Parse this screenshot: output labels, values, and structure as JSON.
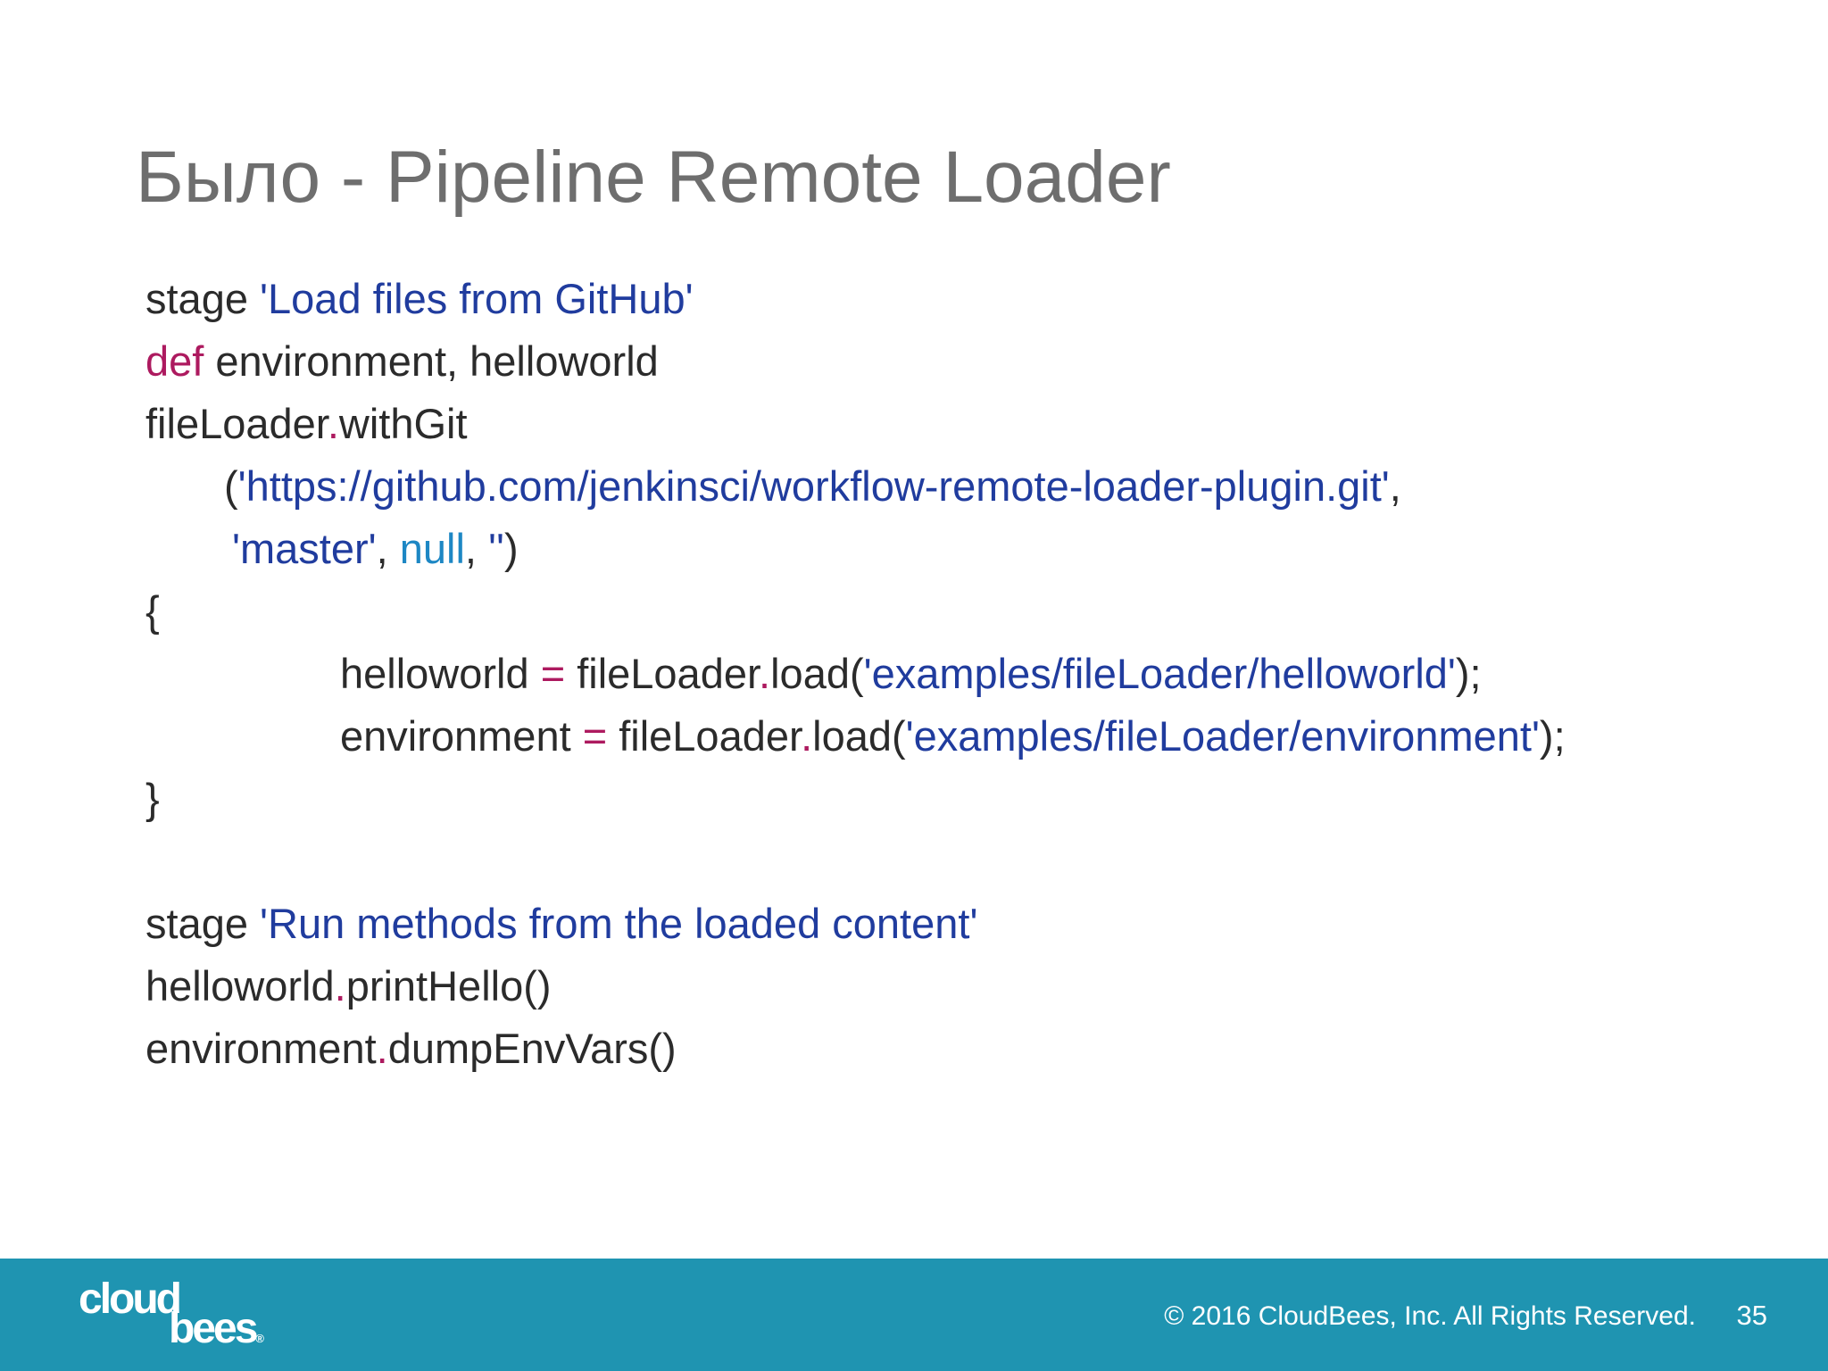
{
  "slide": {
    "title": "Было - Pipeline Remote Loader",
    "code": {
      "lines": [
        {
          "indent": 0,
          "segments": [
            {
              "color": "dark",
              "text": "stage "
            },
            {
              "color": "blue",
              "text": "'Load files from GitHub'"
            }
          ]
        },
        {
          "indent": 0,
          "segments": [
            {
              "color": "magenta",
              "text": "def"
            },
            {
              "color": "dark",
              "text": " environment, helloworld"
            }
          ]
        },
        {
          "indent": 0,
          "segments": [
            {
              "color": "dark",
              "text": "fileLoader"
            },
            {
              "color": "magenta",
              "text": "."
            },
            {
              "color": "dark",
              "text": "withGit"
            }
          ]
        },
        {
          "indent": 1,
          "segments": [
            {
              "color": "dark",
              "text": "("
            },
            {
              "color": "blue",
              "text": "'https://github.com/jenkinsci/workflow-remote-loader-plugin.git'"
            },
            {
              "color": "dark",
              "text": ","
            }
          ]
        },
        {
          "indent": 2,
          "segments": [
            {
              "color": "blue",
              "text": "'master'"
            },
            {
              "color": "dark",
              "text": ", "
            },
            {
              "color": "azure",
              "text": "null"
            },
            {
              "color": "dark",
              "text": ", "
            },
            {
              "color": "blue",
              "text": "''"
            },
            {
              "color": "dark",
              "text": ")"
            }
          ]
        },
        {
          "indent": 0,
          "segments": [
            {
              "color": "dark",
              "text": "{"
            }
          ]
        },
        {
          "indent": 3,
          "segments": [
            {
              "color": "dark",
              "text": "helloworld "
            },
            {
              "color": "magenta",
              "text": "="
            },
            {
              "color": "dark",
              "text": " fileLoader"
            },
            {
              "color": "magenta",
              "text": "."
            },
            {
              "color": "dark",
              "text": "load("
            },
            {
              "color": "blue",
              "text": "'examples/fileLoader/helloworld'"
            },
            {
              "color": "dark",
              "text": ");"
            }
          ]
        },
        {
          "indent": 3,
          "segments": [
            {
              "color": "dark",
              "text": "environment "
            },
            {
              "color": "magenta",
              "text": "="
            },
            {
              "color": "dark",
              "text": " fileLoader"
            },
            {
              "color": "magenta",
              "text": "."
            },
            {
              "color": "dark",
              "text": "load("
            },
            {
              "color": "blue",
              "text": "'examples/fileLoader/environment'"
            },
            {
              "color": "dark",
              "text": ");"
            }
          ]
        },
        {
          "indent": 0,
          "segments": [
            {
              "color": "dark",
              "text": "}"
            }
          ]
        },
        {
          "indent": 0,
          "segments": []
        },
        {
          "indent": 0,
          "segments": [
            {
              "color": "dark",
              "text": "stage "
            },
            {
              "color": "blue",
              "text": "'Run methods from the loaded content'"
            }
          ]
        },
        {
          "indent": 0,
          "segments": [
            {
              "color": "dark",
              "text": "helloworld"
            },
            {
              "color": "magenta",
              "text": "."
            },
            {
              "color": "dark",
              "text": "printHello()"
            }
          ]
        },
        {
          "indent": 0,
          "segments": [
            {
              "color": "dark",
              "text": "environment"
            },
            {
              "color": "magenta",
              "text": "."
            },
            {
              "color": "dark",
              "text": "dumpEnvVars()"
            }
          ]
        }
      ]
    },
    "footer": {
      "logo_part1": "cloud",
      "logo_part2": "bees",
      "logo_reg_mark": "®",
      "copyright": "© 2016 CloudBees, Inc. All Rights Reserved.",
      "page_number": "35"
    },
    "colors": {
      "title_gray": "#6e6e6e",
      "code_dark": "#2b2b2b",
      "code_string_blue": "#203c9e",
      "code_null_azure": "#1d87c4",
      "code_keyword_magenta": "#ad1a5f",
      "footer_teal": "#1f94b1",
      "footer_text": "#ffffff",
      "background": "#ffffff"
    }
  }
}
